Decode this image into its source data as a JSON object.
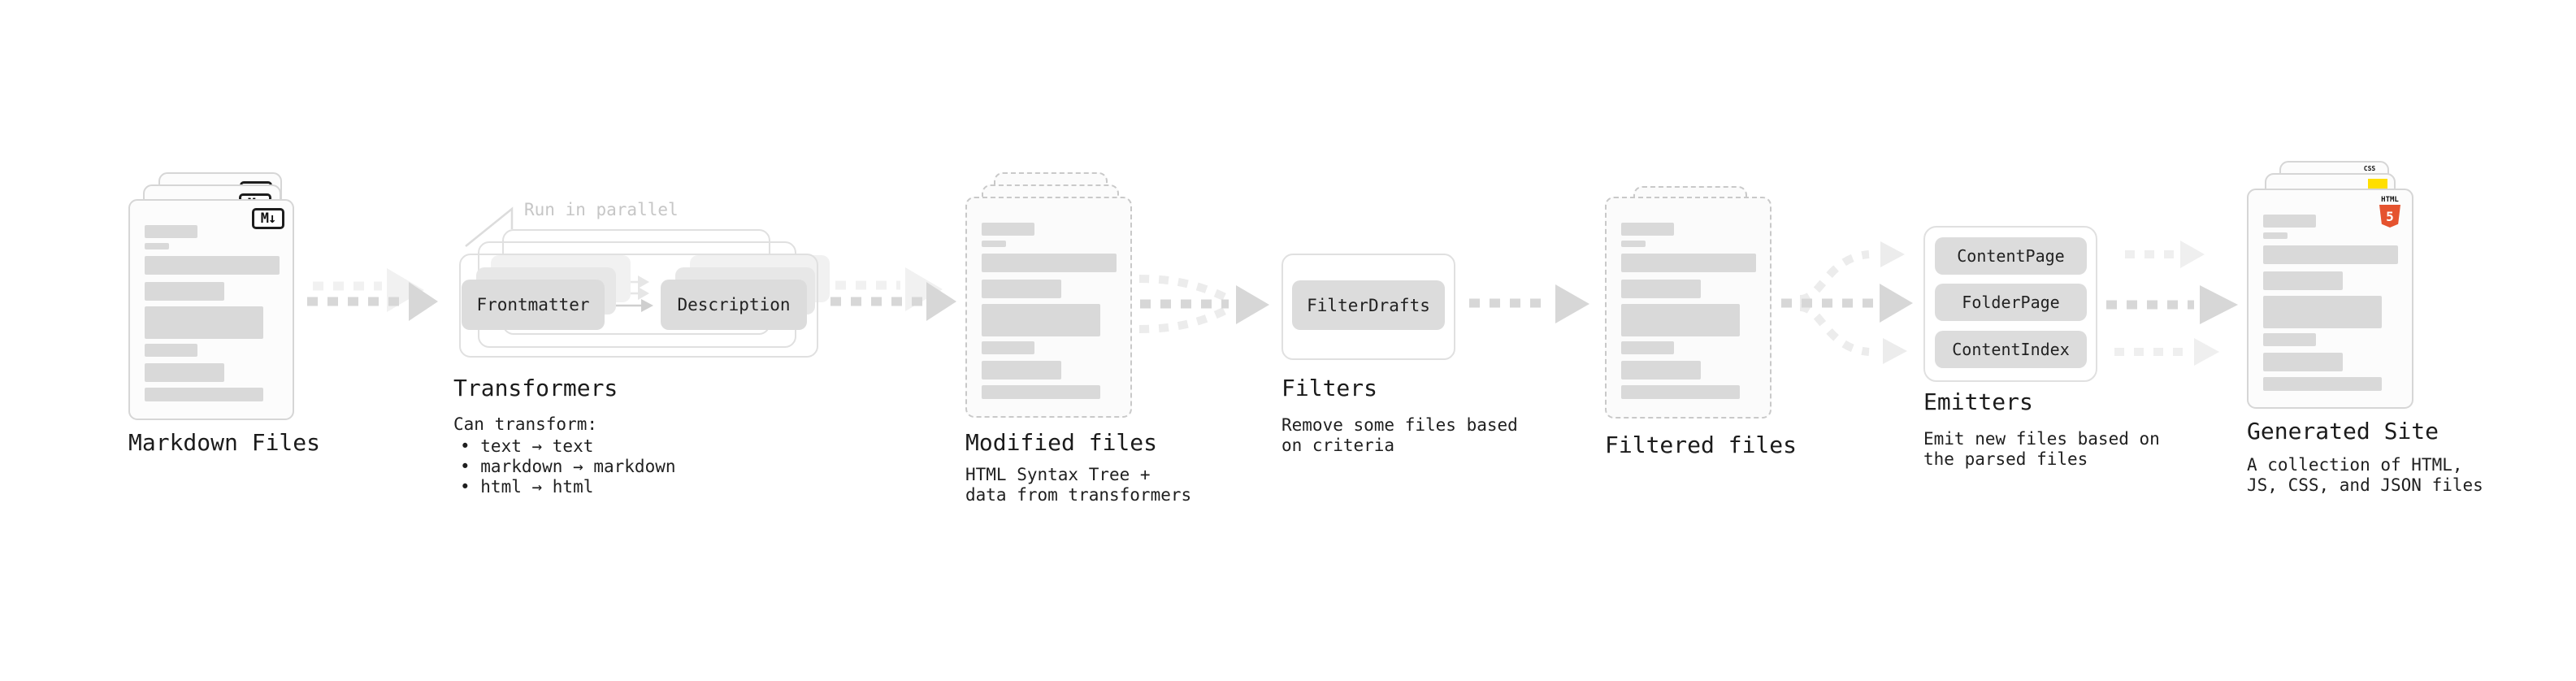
{
  "stages": {
    "markdown": {
      "label": "Markdown Files",
      "badge": "M↓"
    },
    "transformers": {
      "label": "Transformers",
      "annotation": "Run in parallel",
      "pill_left": "Frontmatter",
      "pill_right": "Description",
      "subtitle": "Can transform:",
      "bullets": [
        "• text → text",
        "• markdown → markdown",
        "• html → html"
      ]
    },
    "modified": {
      "label": "Modified files",
      "description": [
        "HTML Syntax Tree +",
        "data from transformers"
      ]
    },
    "filters": {
      "label": "Filters",
      "pill": "FilterDrafts",
      "description": [
        "Remove some files based",
        "on criteria"
      ]
    },
    "filtered": {
      "label": "Filtered files"
    },
    "emitters": {
      "label": "Emitters",
      "pills": [
        "ContentPage",
        "FolderPage",
        "ContentIndex"
      ],
      "description": [
        "Emit new files based on",
        "the parsed files"
      ]
    },
    "site": {
      "label": "Generated Site",
      "description": [
        "A collection of HTML,",
        "JS, CSS, and JSON files"
      ],
      "badges": {
        "css": "CSS",
        "html_word": "HTML",
        "html_num": "5"
      }
    }
  },
  "colors": {
    "html5_orange": "#e5532f",
    "js_yellow": "#ffdf00",
    "css_blue": "#2f6bf2",
    "skeleton_gray": "#d9d9d9",
    "arrow_gray": "#d7d7d7",
    "arrow_light": "#efefef",
    "annotation_gray": "#c6c6c6"
  }
}
